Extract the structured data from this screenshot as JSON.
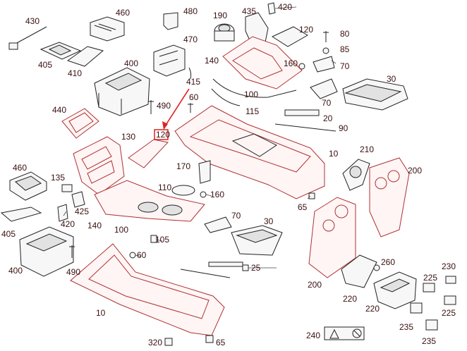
{
  "diagram": {
    "highlight_color": "#e02020",
    "part_outline_color": "#222222",
    "accent_outline_color": "#b03030",
    "label_color": "#3a1010",
    "labels": {
      "p430": "430",
      "p460a": "460",
      "p480": "480",
      "p190": "190",
      "p435": "435",
      "p420a": "420",
      "p120": "120",
      "p80": "80",
      "p85": "85",
      "p470": "470",
      "p405a": "405",
      "p410": "410",
      "p400a": "400",
      "p160a": "160",
      "p70a": "70",
      "p140a": "140",
      "p415": "415",
      "p100a": "100",
      "p30a": "30",
      "p60a": "60",
      "p490a": "490",
      "p70b": "70",
      "p440": "440",
      "p115": "115",
      "p20": "20",
      "p90": "90",
      "p130": "130",
      "p120sel": "120",
      "p10a": "10",
      "p210": "210",
      "p200a": "200",
      "p170": "170",
      "p460b": "460",
      "p135": "135",
      "p110": "110",
      "p160b": "160",
      "p65a": "65",
      "p425": "425",
      "p70c": "70",
      "p405b": "405",
      "p420b": "420",
      "p140b": "140",
      "p100b": "100",
      "p30b": "30",
      "p105": "105",
      "p60b": "60",
      "p400b": "400",
      "p490b": "490",
      "p25": "25",
      "p260": "260",
      "p200b": "200",
      "p220a": "220",
      "p225a": "225",
      "p230": "230",
      "p225b": "225",
      "p10b": "10",
      "p220b": "220",
      "p240": "240",
      "p235a": "235",
      "p235b": "235",
      "p320": "320",
      "p65b": "65"
    }
  }
}
